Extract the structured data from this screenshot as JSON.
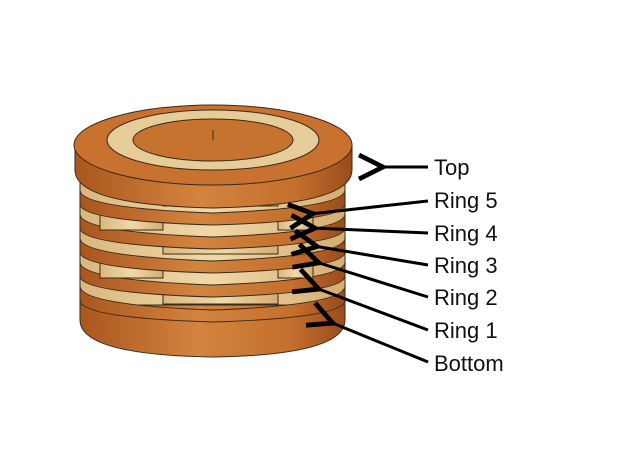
{
  "labels": {
    "top": "Top",
    "ring5": "Ring 5",
    "ring4": "Ring 4",
    "ring3": "Ring 3",
    "ring2": "Ring 2",
    "ring1": "Ring 1",
    "bottom": "Bottom"
  },
  "colors": {
    "dark_wood": "#c06a2b",
    "mid_wood": "#d98a43",
    "light_wood": "#e8cf9d",
    "outline": "#3a2a1a",
    "arrow": "#000000"
  }
}
